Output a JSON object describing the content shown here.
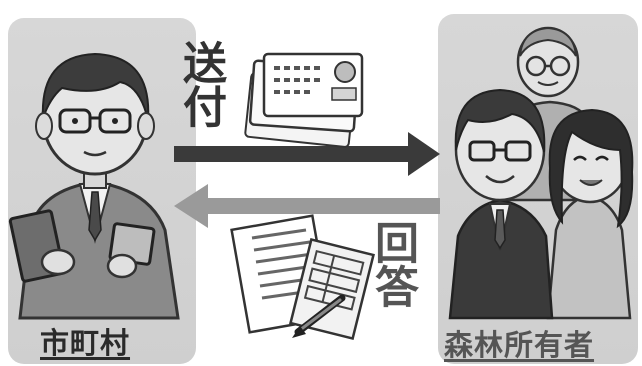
{
  "diagram": {
    "left_party": "市町村",
    "right_party": "森林所有者",
    "send_label": "送付",
    "reply_label": "回答"
  }
}
